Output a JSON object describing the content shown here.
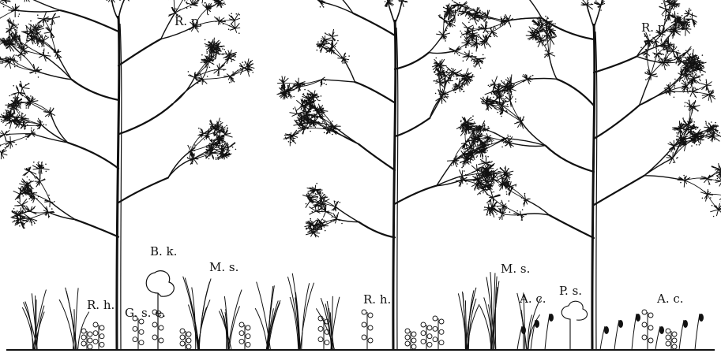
{
  "labels": {
    "rp_left": "R. p.",
    "rp_right": "R. p.",
    "bk": "B. k.",
    "ms_left": "M. s.",
    "ms_right": "M. s.",
    "rh_left": "R. h.",
    "rh_mid": "R. h.",
    "gse": "G. s. e.",
    "ac_left": "A. c.",
    "ps": "P. s.",
    "ac_right": "A. c."
  },
  "ink_color": "#111111",
  "background": "#ffffff"
}
